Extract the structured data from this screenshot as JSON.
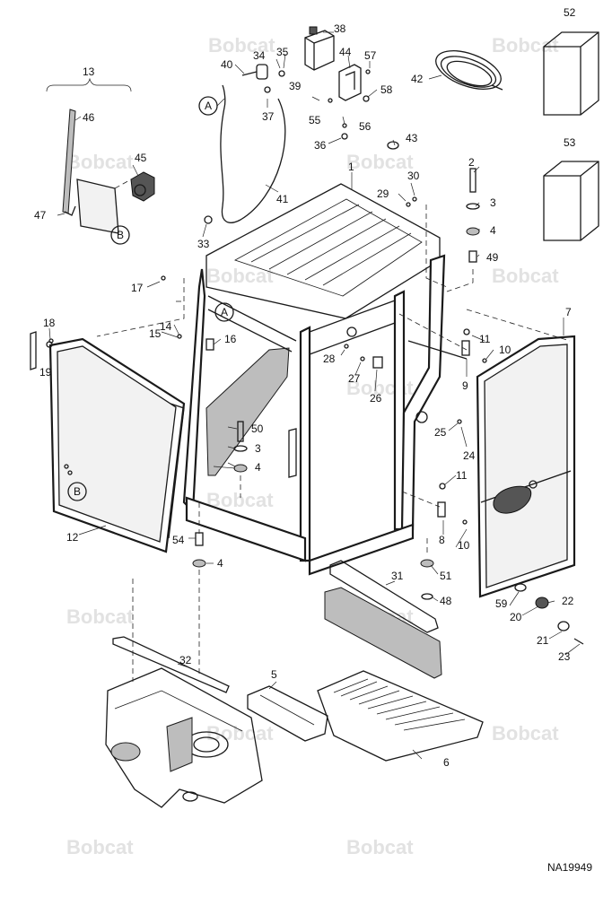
{
  "watermark_text": "Bobcat",
  "drawing_id": "NA19949",
  "callouts": [
    {
      "id": "c1",
      "label": "1"
    },
    {
      "id": "c2",
      "label": "2"
    },
    {
      "id": "c3a",
      "label": "3"
    },
    {
      "id": "c3b",
      "label": "3"
    },
    {
      "id": "c4a",
      "label": "4"
    },
    {
      "id": "c4b",
      "label": "4"
    },
    {
      "id": "c4c",
      "label": "4"
    },
    {
      "id": "c5",
      "label": "5"
    },
    {
      "id": "c6",
      "label": "6"
    },
    {
      "id": "c7",
      "label": "7"
    },
    {
      "id": "c8",
      "label": "8"
    },
    {
      "id": "c9",
      "label": "9"
    },
    {
      "id": "c10a",
      "label": "10"
    },
    {
      "id": "c10b",
      "label": "10"
    },
    {
      "id": "c11a",
      "label": "11"
    },
    {
      "id": "c11b",
      "label": "11"
    },
    {
      "id": "c12",
      "label": "12"
    },
    {
      "id": "c13",
      "label": "13"
    },
    {
      "id": "c14",
      "label": "14"
    },
    {
      "id": "c15",
      "label": "15"
    },
    {
      "id": "c16",
      "label": "16"
    },
    {
      "id": "c17",
      "label": "17"
    },
    {
      "id": "c18",
      "label": "18"
    },
    {
      "id": "c19",
      "label": "19"
    },
    {
      "id": "c20",
      "label": "20"
    },
    {
      "id": "c21",
      "label": "21"
    },
    {
      "id": "c22",
      "label": "22"
    },
    {
      "id": "c23",
      "label": "23"
    },
    {
      "id": "c24",
      "label": "24"
    },
    {
      "id": "c25",
      "label": "25"
    },
    {
      "id": "c26",
      "label": "26"
    },
    {
      "id": "c27",
      "label": "27"
    },
    {
      "id": "c28",
      "label": "28"
    },
    {
      "id": "c29",
      "label": "29"
    },
    {
      "id": "c30",
      "label": "30"
    },
    {
      "id": "c31",
      "label": "31"
    },
    {
      "id": "c32",
      "label": "32"
    },
    {
      "id": "c33",
      "label": "33"
    },
    {
      "id": "c34",
      "label": "34"
    },
    {
      "id": "c35",
      "label": "35"
    },
    {
      "id": "c36",
      "label": "36"
    },
    {
      "id": "c37",
      "label": "37"
    },
    {
      "id": "c38",
      "label": "38"
    },
    {
      "id": "c39",
      "label": "39"
    },
    {
      "id": "c40",
      "label": "40"
    },
    {
      "id": "c41",
      "label": "41"
    },
    {
      "id": "c42",
      "label": "42"
    },
    {
      "id": "c43",
      "label": "43"
    },
    {
      "id": "c44",
      "label": "44"
    },
    {
      "id": "c45",
      "label": "45"
    },
    {
      "id": "c46",
      "label": "46"
    },
    {
      "id": "c47",
      "label": "47"
    },
    {
      "id": "c48",
      "label": "48"
    },
    {
      "id": "c49",
      "label": "49"
    },
    {
      "id": "c50",
      "label": "50"
    },
    {
      "id": "c51",
      "label": "51"
    },
    {
      "id": "c52",
      "label": "52"
    },
    {
      "id": "c53",
      "label": "53"
    },
    {
      "id": "c54",
      "label": "54"
    },
    {
      "id": "c55",
      "label": "55"
    },
    {
      "id": "c56",
      "label": "56"
    },
    {
      "id": "c57",
      "label": "57"
    },
    {
      "id": "c58",
      "label": "58"
    },
    {
      "id": "c59",
      "label": "59"
    }
  ],
  "reference_markers": [
    {
      "id": "mA1",
      "letter": "A"
    },
    {
      "id": "mA2",
      "letter": "A"
    },
    {
      "id": "mB1",
      "letter": "B"
    },
    {
      "id": "mB2",
      "letter": "B"
    }
  ]
}
